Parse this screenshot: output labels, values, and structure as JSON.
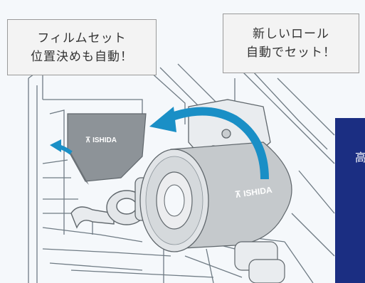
{
  "callouts": {
    "left": {
      "line1": "フィルムセット",
      "line2": "位置決めも自動！"
    },
    "right": {
      "line1": "新しいロール",
      "line2": "自動でセット！"
    }
  },
  "branding": {
    "logo_text": "ISHIDA"
  },
  "info_panel": {
    "text": "高"
  },
  "colors": {
    "arrow": "#1a8fc6",
    "panel": "#1b2e82",
    "callout_bg": "#f3f3f3",
    "callout_border": "#9a9a9a",
    "machine_line": "#6f7b84",
    "roll": "#c9cdd0"
  },
  "icons": [
    "rotation-arrow-icon",
    "direction-arrow-icon",
    "ishida-logo-icon"
  ]
}
